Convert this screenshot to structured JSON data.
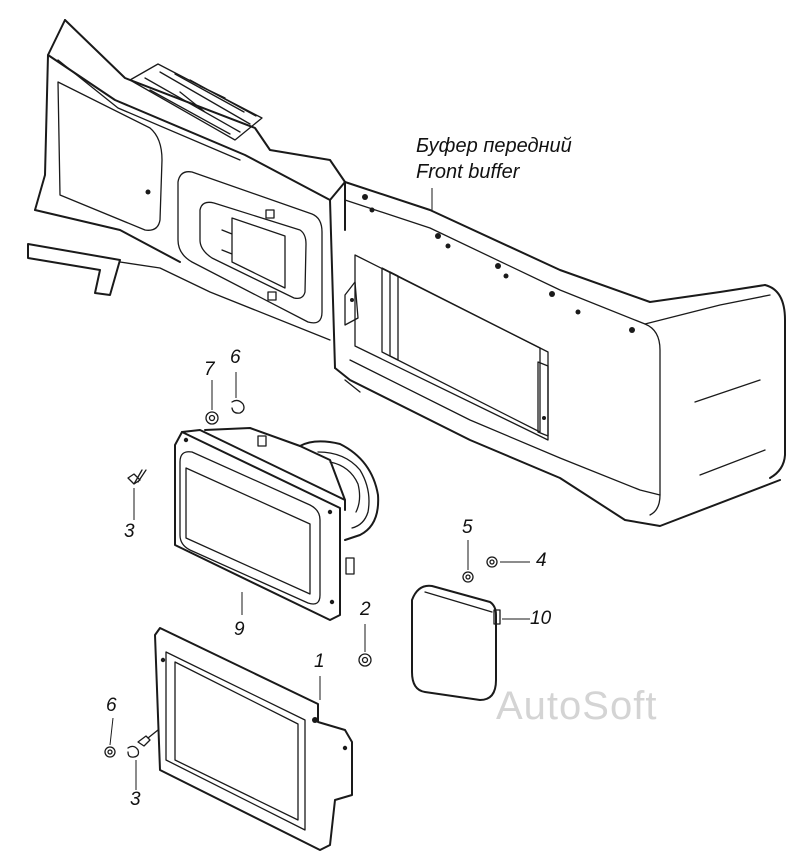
{
  "title": {
    "line_ru": "Буфер передний",
    "line_en": "Front buffer"
  },
  "callouts": {
    "c1": "1",
    "c2": "2",
    "c3_top": "3",
    "c3_bottom": "3",
    "c4": "4",
    "c5": "5",
    "c6_top": "6",
    "c6_bottom": "6",
    "c7": "7",
    "c9": "9",
    "c10": "10"
  },
  "watermark": "AutoSoft"
}
